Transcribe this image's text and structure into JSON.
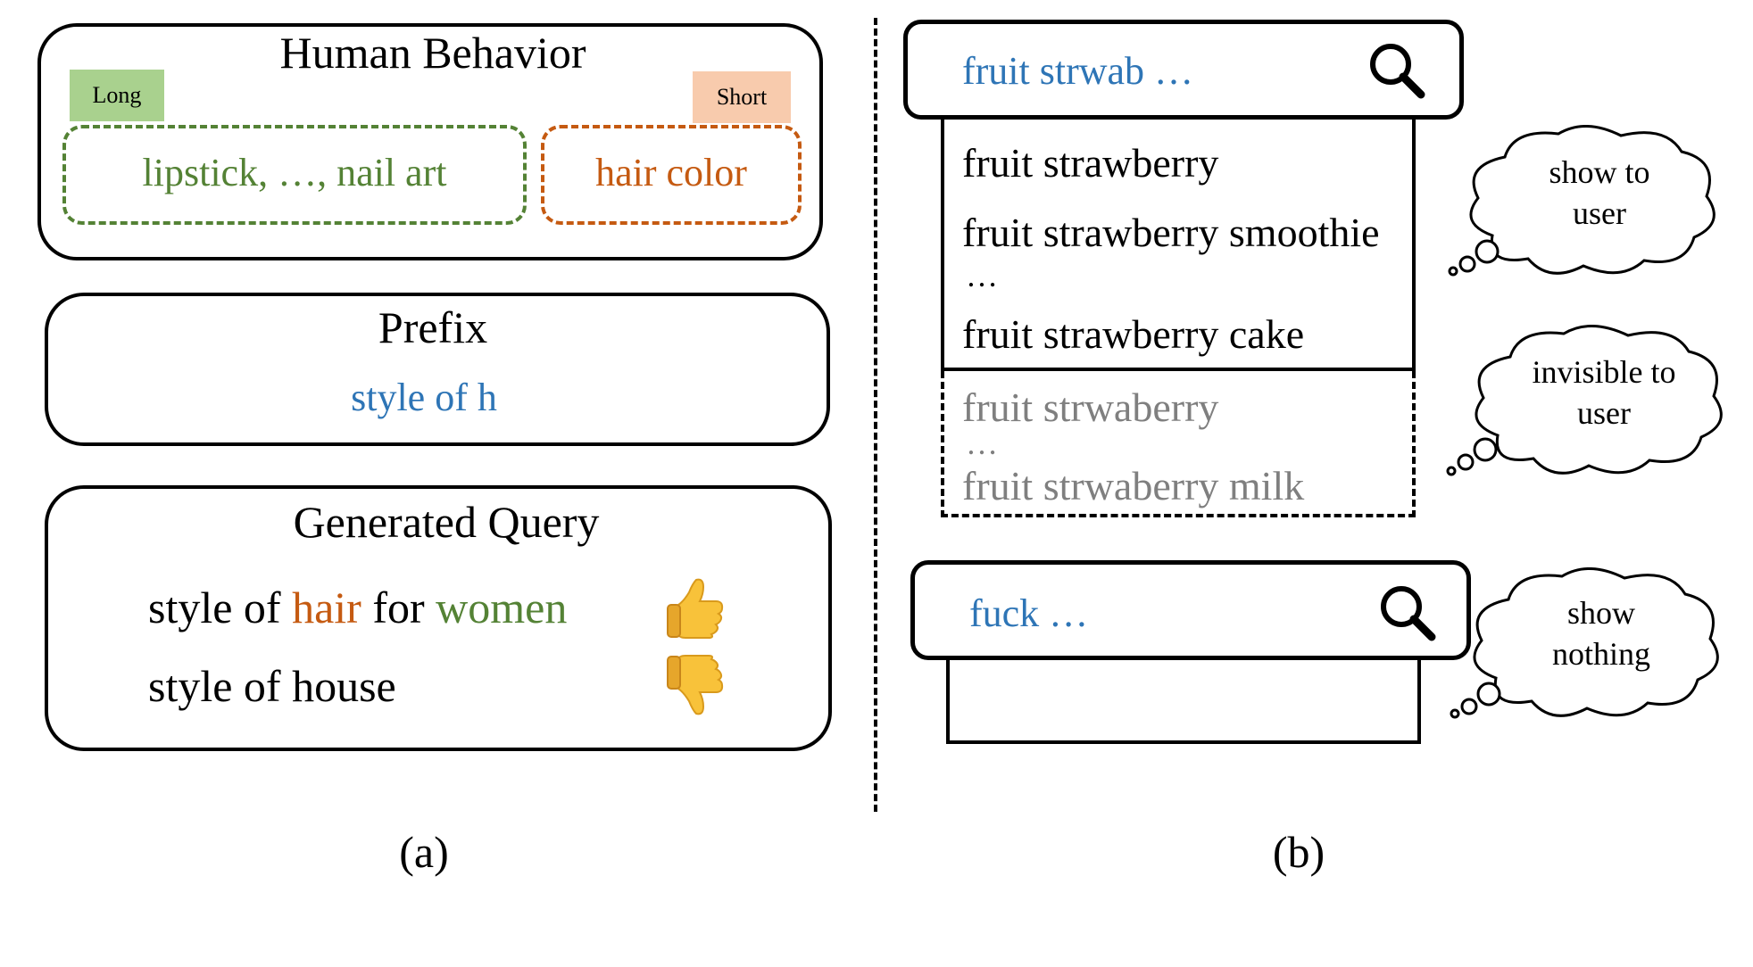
{
  "panel_a": {
    "human_behavior": {
      "title": "Human Behavior",
      "long_tag": "Long",
      "short_tag": "Short",
      "long_items": "lipstick, …, nail art",
      "short_items": "hair color",
      "colors": {
        "long_tag_bg": "#a9d18e",
        "short_tag_bg": "#f8cbad",
        "green": "#548235",
        "orange": "#c55a11"
      }
    },
    "prefix": {
      "title": "Prefix",
      "value": "style of h",
      "color": "#2e75b6"
    },
    "generated_query": {
      "title": "Generated Query",
      "queries": [
        {
          "parts": [
            "style of ",
            "hair",
            " for ",
            "women"
          ],
          "rating_icon": "thumbs-up-icon"
        },
        {
          "parts": [
            "style of house"
          ],
          "rating_icon": "thumbs-down-icon"
        }
      ]
    },
    "caption": "(a)"
  },
  "panel_b": {
    "search1": {
      "query": "fruit strwab …",
      "shown_suggestions": [
        "fruit strawberry",
        "fruit strawberry smoothie",
        "…",
        "fruit strawberry cake"
      ],
      "hidden_suggestions": [
        "fruit strwaberry",
        "…",
        "fruit strwaberry milk"
      ],
      "thought_shown": [
        "show to",
        "user"
      ],
      "thought_hidden": [
        "invisible to",
        "user"
      ]
    },
    "search2": {
      "query": "fuck …",
      "thought": [
        "show",
        "nothing"
      ]
    },
    "caption": "(b)"
  }
}
